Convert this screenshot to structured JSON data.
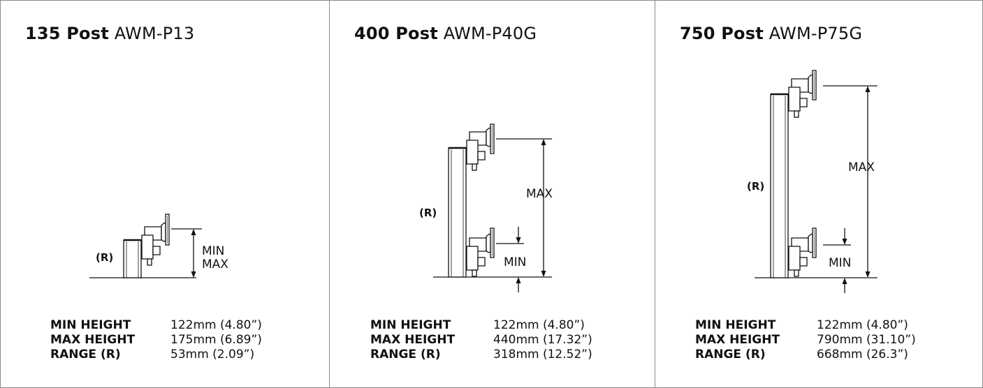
{
  "colors": {
    "line": "#111111",
    "border": "#8a8a8a",
    "background": "#ffffff"
  },
  "panels": [
    {
      "title_num": "135 Post",
      "title_model": "AWM-P13",
      "range_label": "(R)",
      "min_label": "MIN",
      "max_label": "MAX",
      "specs": [
        {
          "label": "MIN HEIGHT",
          "value": "122mm (4.80”)"
        },
        {
          "label": "MAX HEIGHT",
          "value": "175mm (6.89”)"
        },
        {
          "label": "RANGE (R)",
          "value": "53mm (2.09”)"
        }
      ]
    },
    {
      "title_num": "400 Post",
      "title_model": "AWM-P40G",
      "range_label": "(R)",
      "min_label": "MIN",
      "max_label": "MAX",
      "specs": [
        {
          "label": "MIN HEIGHT",
          "value": "122mm (4.80”)"
        },
        {
          "label": "MAX HEIGHT",
          "value": "440mm (17.32”)"
        },
        {
          "label": "RANGE (R)",
          "value": "318mm (12.52”)"
        }
      ]
    },
    {
      "title_num": "750 Post",
      "title_model": "AWM-P75G",
      "range_label": "(R)",
      "min_label": "MIN",
      "max_label": "MAX",
      "specs": [
        {
          "label": "MIN HEIGHT",
          "value": "122mm (4.80”)"
        },
        {
          "label": "MAX HEIGHT",
          "value": "790mm (31.10”)"
        },
        {
          "label": "RANGE (R)",
          "value": "668mm (26.3”)"
        }
      ]
    }
  ]
}
